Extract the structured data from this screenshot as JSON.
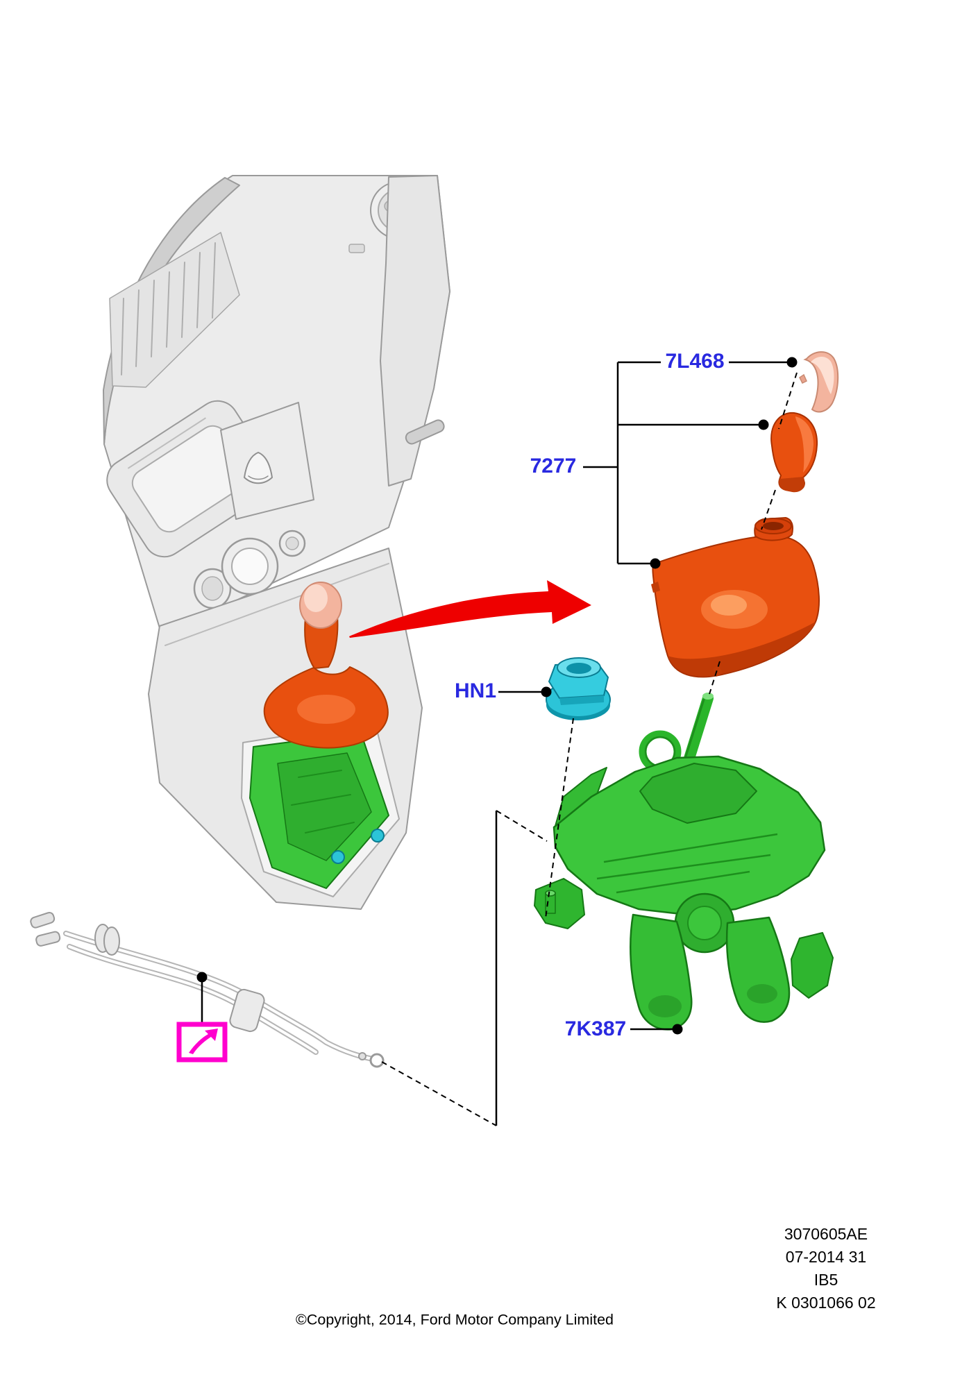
{
  "page": {
    "background": "#ffffff"
  },
  "part_labels": {
    "cap": "7L468",
    "knob_and_boot": "7277",
    "nut": "HN1",
    "shifter_assembly": "7K387"
  },
  "doc_block": {
    "lines": [
      "3070605AE",
      "07-2014 31",
      "IB5",
      "K 0301066 02"
    ]
  },
  "copyright": "©Copyright, 2014, Ford Motor Company Limited",
  "colors": {
    "label_blue": "#2929e0",
    "part_green": "#3cc63c",
    "part_green_dark": "#157815",
    "part_orange": "#e8500f",
    "part_orange_dark": "#b03a00",
    "part_salmon": "#f3b49e",
    "part_cyan": "#2cc4d8",
    "part_cyan_dark": "#0a7d92",
    "arrow_red": "#ee0000",
    "marker_magenta": "#ff00ce",
    "line_black": "#000000"
  },
  "icons": {
    "direction_arrow": "magenta-direction-arrow-icon"
  }
}
